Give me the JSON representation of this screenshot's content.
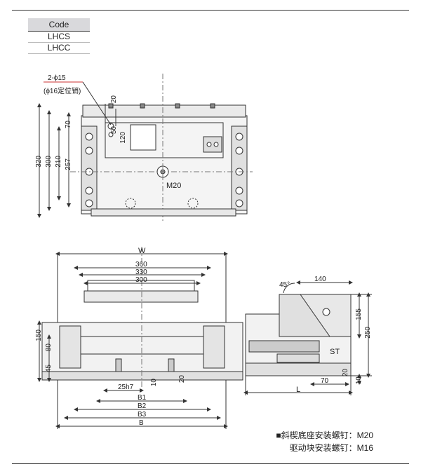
{
  "code_table": {
    "header": "Code",
    "rows": [
      "LHCS",
      "LHCC"
    ]
  },
  "top_view": {
    "pin_note_line1": "2-ϕ15",
    "pin_note_line2": "(ϕ16定位销)",
    "dim_320": "320",
    "dim_300": "300",
    "dim_210": "210",
    "dim_257": "257",
    "dim_70": "70",
    "dim_20": "20",
    "dim_50": "50",
    "dim_120": "120",
    "bolt_label": "M20"
  },
  "front_view": {
    "dim_W": "W",
    "dim_360": "360",
    "dim_330": "330",
    "dim_300": "300",
    "dim_150": "150",
    "dim_80": "80",
    "dim_45": "45",
    "dim_25h7": "25h7",
    "dim_10": "10",
    "dim_20": "20",
    "dim_B1": "B1",
    "dim_B2": "B2",
    "dim_B3": "B3",
    "dim_B": "B"
  },
  "side_view": {
    "angle": "45°",
    "dim_140": "140",
    "dim_155": "155",
    "dim_250": "250",
    "dim_10": "10",
    "dim_70": "70",
    "dim_20": "20",
    "dim_L": "L",
    "st_label": "ST"
  },
  "legend": {
    "line1": "■斜楔底座安装螺钉：M20",
    "line2": "驱动块安装螺钉：M16"
  }
}
